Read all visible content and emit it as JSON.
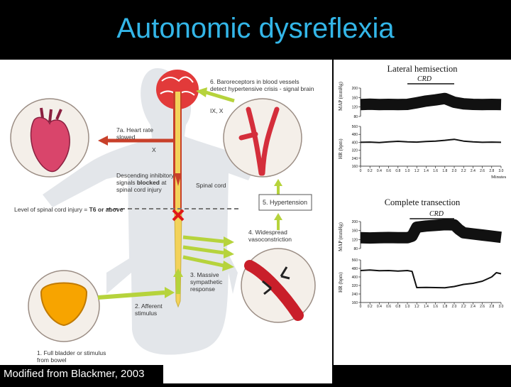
{
  "slide": {
    "title": "Autonomic dysreflexia",
    "credit": "Modified from Blackmer, 2003"
  },
  "diagram": {
    "labels": {
      "step1": "1.  Full bladder or stimulus\n      from bowel",
      "step2": "2.  Afferent\n      stimulus",
      "step3": "3.  Massive\n     sympathetic\n     response",
      "step4": "4.  Widespread\n     vasoconstriction",
      "step5": "5.  Hypertension",
      "step6": "6.  Baroreceptors in blood vessels\n     detect hypertensive crisis - signal brain",
      "step7a": "7a.  Heart rate\n        slowed",
      "cranial_nerves": "IX, X",
      "x_mark_heart": "X",
      "descending_a": "Descending inhibitory\nsignals ",
      "descending_bold": "blocked",
      "descending_b": " at\nspinal cord injury",
      "spinal_cord": "Spinal cord",
      "injury_level_a": "Level of spinal cord injury = ",
      "injury_level_bold": "T6 or above"
    },
    "colors": {
      "arrow_green": "#b6d33c",
      "arrow_red": "#c8402a",
      "brain": "#e23a3a",
      "bladder": "#f7a400",
      "cord": "#f3d25a",
      "skin": "#e3e6ea"
    }
  },
  "chart_data": [
    {
      "type": "line",
      "title": "Lateral hemisection",
      "annotation": "CRD",
      "xlabel": "Minutes",
      "x_ticks": [
        "0",
        "0.2",
        "0.4",
        "0.6",
        "0.8",
        "1.0",
        "1.2",
        "1.4",
        "1.6",
        "1.8",
        "2.0",
        "2.2",
        "2.4",
        "2.6",
        "2.8",
        "3.0"
      ],
      "xlim": [
        0,
        3.0
      ],
      "crd_range": [
        1.0,
        2.0
      ],
      "panels": [
        {
          "ylabel": "MAP (mmHg)",
          "y_ticks": [
            "200",
            "160",
            "120",
            "80"
          ],
          "ylim": [
            80,
            200
          ],
          "x": [
            0,
            0.2,
            0.4,
            0.6,
            0.8,
            1.0,
            1.2,
            1.4,
            1.6,
            1.8,
            2.0,
            2.2,
            2.4,
            2.6,
            2.8,
            3.0
          ],
          "values": [
            130,
            132,
            130,
            131,
            130,
            131,
            138,
            145,
            150,
            156,
            140,
            133,
            131,
            130,
            131,
            130
          ],
          "band": 16
        },
        {
          "ylabel": "HR (bpm)",
          "y_ticks": [
            "560",
            "480",
            "400",
            "320",
            "240",
            "160"
          ],
          "ylim": [
            160,
            560
          ],
          "x": [
            0,
            0.2,
            0.4,
            0.6,
            0.8,
            1.0,
            1.2,
            1.4,
            1.6,
            1.8,
            2.0,
            2.2,
            2.4,
            2.6,
            2.8,
            3.0
          ],
          "values": [
            400,
            402,
            398,
            405,
            410,
            405,
            402,
            408,
            412,
            420,
            430,
            412,
            405,
            400,
            402,
            400
          ],
          "band": 2
        }
      ]
    },
    {
      "type": "line",
      "title": "Complete transection",
      "annotation": "CRD",
      "xlabel": "",
      "x_ticks": [
        "0",
        "0.2",
        "0.4",
        "0.6",
        "0.8",
        "1.0",
        "1.2",
        "1.4",
        "1.6",
        "1.8",
        "2.0",
        "2.2",
        "2.4",
        "2.6",
        "2.8",
        "3.0"
      ],
      "xlim": [
        0,
        3.0
      ],
      "crd_range": [
        1.05,
        2.0
      ],
      "panels": [
        {
          "ylabel": "MAP (mmHg)",
          "y_ticks": [
            "200",
            "160",
            "120",
            "80"
          ],
          "ylim": [
            80,
            200
          ],
          "x": [
            0,
            0.2,
            0.4,
            0.6,
            0.8,
            1.0,
            1.1,
            1.2,
            1.4,
            1.6,
            1.8,
            2.0,
            2.1,
            2.2,
            2.4,
            2.6,
            2.8,
            3.0
          ],
          "values": [
            128,
            127,
            128,
            129,
            128,
            128,
            135,
            175,
            180,
            183,
            186,
            185,
            165,
            150,
            145,
            140,
            135,
            130
          ],
          "band": 16
        },
        {
          "ylabel": "HR (bpm)",
          "y_ticks": [
            "560",
            "480",
            "400",
            "320",
            "240",
            "160"
          ],
          "ylim": [
            160,
            560
          ],
          "x": [
            0,
            0.2,
            0.4,
            0.6,
            0.8,
            1.0,
            1.1,
            1.2,
            1.4,
            1.6,
            1.8,
            2.0,
            2.2,
            2.4,
            2.6,
            2.8,
            2.9,
            3.0
          ],
          "values": [
            460,
            465,
            458,
            460,
            455,
            460,
            452,
            300,
            302,
            300,
            298,
            310,
            330,
            340,
            360,
            400,
            440,
            430
          ],
          "band": 2
        }
      ]
    }
  ]
}
